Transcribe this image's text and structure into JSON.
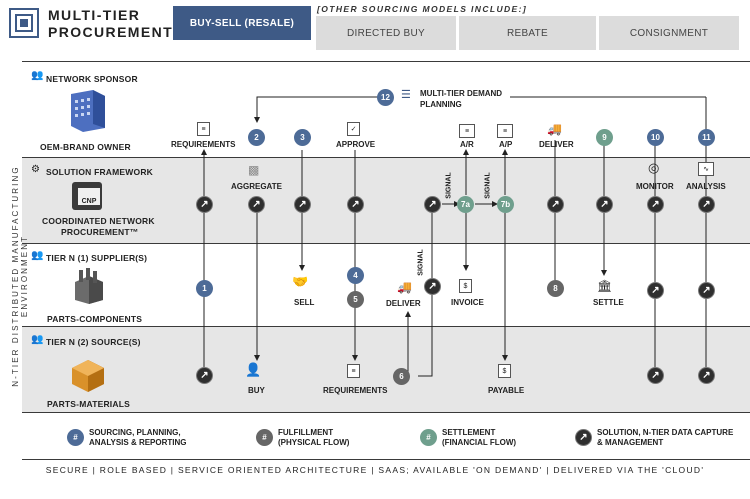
{
  "header": {
    "title_line1": "MULTI-TIER",
    "title_line2": "PROCUREMENT",
    "active_tab": "BUY-SELL (RESALE)",
    "other_note": "[OTHER SOURCING MODELS INCLUDE:]",
    "tabs": [
      "DIRECTED BUY",
      "REBATE",
      "CONSIGNMENT"
    ]
  },
  "side_label": "N-TIER DISTRIBUTED MANUFACTURING ENVIRONMENT",
  "rows": {
    "r1": {
      "title": "NETWORK SPONSOR",
      "caption": "OEM-BRAND OWNER"
    },
    "r2": {
      "title": "SOLUTION FRAMEWORK",
      "caption_line1": "COORDINATED NETWORK",
      "caption_line2": "PROCUREMENT™",
      "tile_text": "CNP"
    },
    "r3": {
      "title": "TIER N (1) SUPPLIER(S)",
      "caption": "PARTS-COMPONENTS"
    },
    "r4": {
      "title": "TIER N (2) SOURCE(S)",
      "caption": "PARTS-MATERIALS"
    }
  },
  "steps": {
    "s1": "1",
    "s2": "2",
    "s3": "3",
    "s4": "4",
    "s5": "5",
    "s6": "6",
    "s7a": "7a",
    "s7b": "7b",
    "s8": "8",
    "s9": "9",
    "s10": "10",
    "s11": "11",
    "s12": "12"
  },
  "labels": {
    "requirements_top": "REQUIREMENTS",
    "approve": "APPROVE",
    "ar": "A/R",
    "ap": "A/P",
    "deliver_top": "DELIVER",
    "aggregate": "AGGREGATE",
    "monitor": "MONITOR",
    "analysis": "ANALYSIS",
    "demand_line1": "MULTI-TIER DEMAND",
    "demand_line2": "PLANNING",
    "signal": "SIGNAL",
    "sell": "SELL",
    "deliver_mid": "DELIVER",
    "invoice": "INVOICE",
    "settle": "SETTLE",
    "buy": "BUY",
    "requirements_bottom": "REQUIREMENTS",
    "payable": "PAYABLE"
  },
  "legend": [
    {
      "symbol": "#",
      "line1": "SOURCING, PLANNING,",
      "line2": "ANALYSIS & REPORTING",
      "color": "#4d6b97"
    },
    {
      "symbol": "#",
      "line1": "FULFILLMENT",
      "line2": "(PHYSICAL FLOW)",
      "color": "#666666"
    },
    {
      "symbol": "#",
      "line1": "SETTLEMENT",
      "line2": "(FINANCIAL FLOW)",
      "color": "#6f9f8d"
    },
    {
      "symbol": "↗",
      "line1": "SOLUTION, N-TIER DATA CAPTURE",
      "line2": "& MANAGEMENT",
      "color": "#2f2f2f"
    }
  ],
  "footer": "SECURE | ROLE BASED | SERVICE ORIENTED ARCHITECTURE | SAAS; AVAILABLE 'ON DEMAND' | DELIVERED VIA THE 'CLOUD'",
  "glyphs": {
    "data_capture": "↗",
    "truck": "🚚",
    "bank": "🏛",
    "dollar": "$"
  }
}
